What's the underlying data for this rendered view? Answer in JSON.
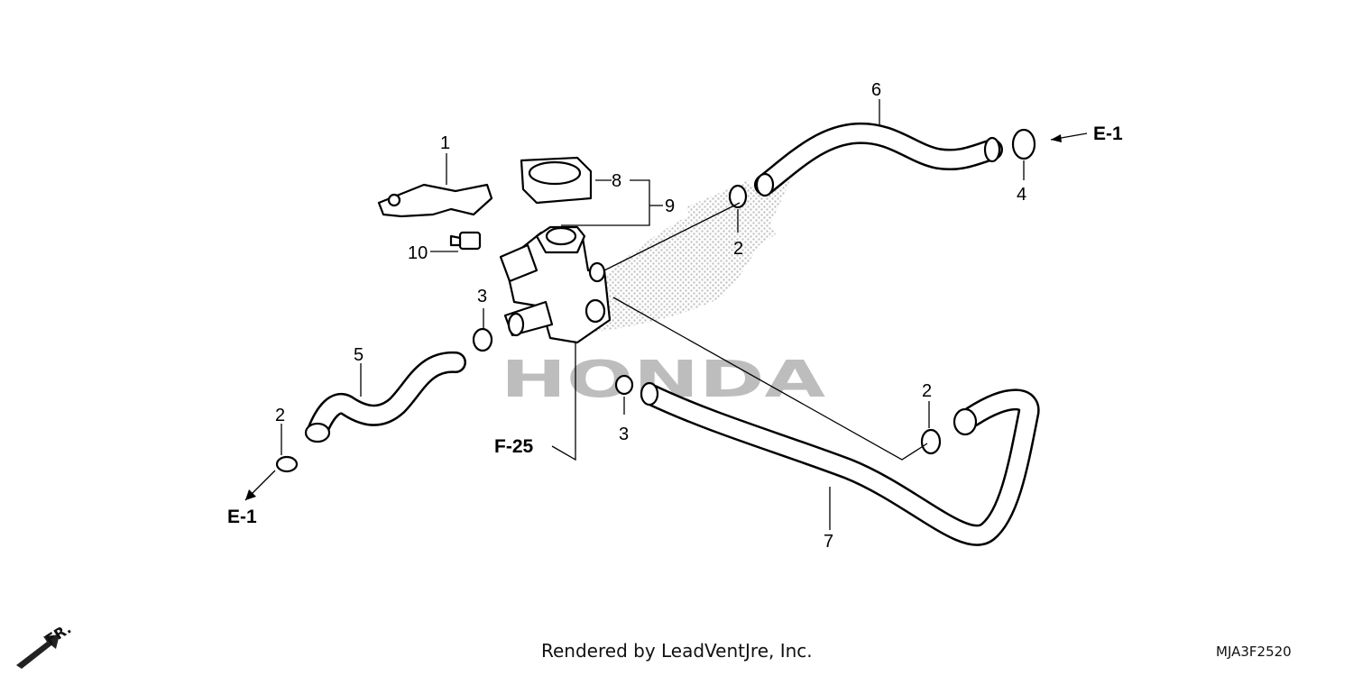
{
  "callouts": {
    "c1": "1",
    "c2a": "2",
    "c2b": "2",
    "c2c": "2",
    "c3a": "3",
    "c3b": "3",
    "c4": "4",
    "c5": "5",
    "c6": "6",
    "c7": "7",
    "c8": "8",
    "c9": "9",
    "c10": "10"
  },
  "references": {
    "e1_right": "E-1",
    "e1_left": "E-1",
    "f25": "F-25"
  },
  "orientation": {
    "label": "FR."
  },
  "watermark": {
    "text": "HONDA"
  },
  "footer": {
    "credit": "Rendered by LeadVentJre, Inc.",
    "diagram_code": "MJA3F2520"
  },
  "colors": {
    "line": "#000000",
    "watermark": "#bdbdbd",
    "background": "#ffffff"
  }
}
